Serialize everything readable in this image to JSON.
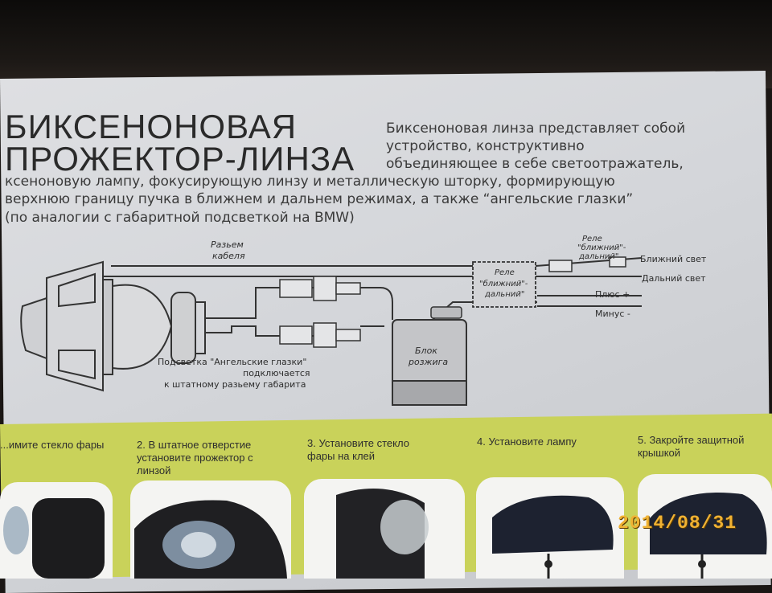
{
  "header": {
    "title_line1": "БИКСЕНОНОВАЯ",
    "title_line2": "ПРОЖЕКТОР-ЛИНЗА"
  },
  "description": {
    "line1": "Биксеноновая линза представляет собой",
    "line2": "устройство, конструктивно",
    "line3": "объединяющее в себе светоотражатель,",
    "line4": "ксеноновую лампу, фокусирующую линзу и металлическую шторку, формирующую",
    "line5": "верхнюю границу пучка в ближнем и дальнем режимах, а также “ангельские глазки”",
    "line6": "(по аналогии с габаритной подсветкой на BMW)"
  },
  "diagram": {
    "cable_connector": [
      "Разьем",
      "кабеля"
    ],
    "relay_top": [
      "Реле",
      "\"ближний\"-",
      "дальний\""
    ],
    "relay_mid": [
      "Реле",
      "\"ближний\"-",
      "дальний\""
    ],
    "low_beam": "Ближний свет",
    "high_beam": "Дальний свет",
    "plus": "Плюс +",
    "minus": "Минус -",
    "ignition_block": [
      "Блок",
      "розжига"
    ],
    "angel_eyes": [
      "Подсветка \"Ангельские глазки\"",
      "подключается",
      "к штатному разьему габарита"
    ]
  },
  "steps": [
    {
      "line1": "...имите стекло фары",
      "line2": "",
      "line3": ""
    },
    {
      "line1": "2. В штатное отверстие",
      "line2": "установите прожектор с",
      "line3": "линзой"
    },
    {
      "line1": "3. Установите стекло",
      "line2": "фары на клей",
      "line3": ""
    },
    {
      "line1": "4. Установите лампу",
      "line2": "",
      "line3": ""
    },
    {
      "line1": "5. Закройте защитной",
      "line2": "крышкой",
      "line3": ""
    }
  ],
  "date_stamp": "2014/08/31"
}
